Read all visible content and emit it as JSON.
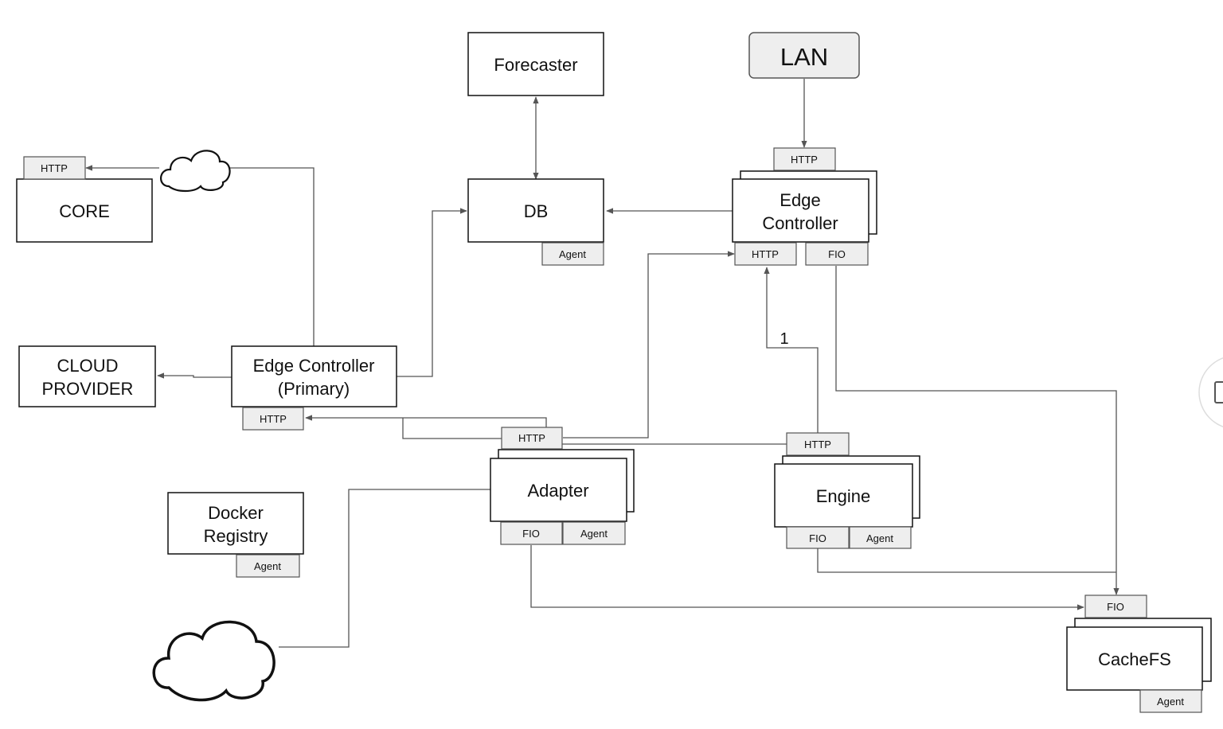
{
  "boxes": {
    "forecaster": "Forecaster",
    "lan": "LAN",
    "core": "CORE",
    "db": "DB",
    "edge_controller": [
      "Edge",
      "Controller"
    ],
    "cloud_provider": [
      "CLOUD",
      "PROVIDER"
    ],
    "edge_primary": [
      "Edge Controller",
      "(Primary)"
    ],
    "adapter": "Adapter",
    "engine": "Engine",
    "docker_registry": [
      "Docker",
      "Registry"
    ],
    "cachefs": "CacheFS"
  },
  "ports": {
    "http": "HTTP",
    "fio": "FIO",
    "agent": "Agent"
  },
  "edge_labels": {
    "one": "1"
  },
  "colors": {
    "line": "#555555",
    "port_fill": "#eeeeee",
    "lan_fill": "#eeeeee",
    "border": "#111111"
  }
}
